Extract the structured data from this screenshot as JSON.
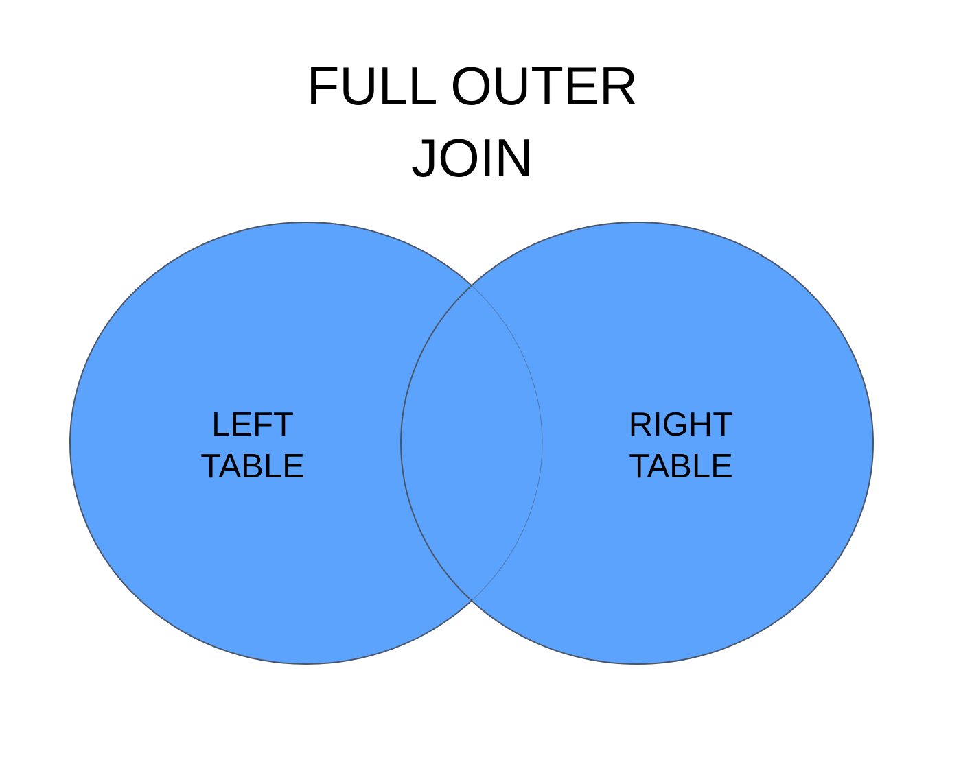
{
  "diagram": {
    "title_lines": [
      "FULL OUTER",
      "JOIN"
    ],
    "sets": [
      {
        "id": "left",
        "label_lines": [
          "LEFT",
          "TABLE"
        ]
      },
      {
        "id": "right",
        "label_lines": [
          "RIGHT",
          "TABLE"
        ]
      }
    ],
    "colors": {
      "fill": "#5ba3fd",
      "stroke": "#4a5568",
      "text": "#000000",
      "background": "#ffffff"
    }
  }
}
